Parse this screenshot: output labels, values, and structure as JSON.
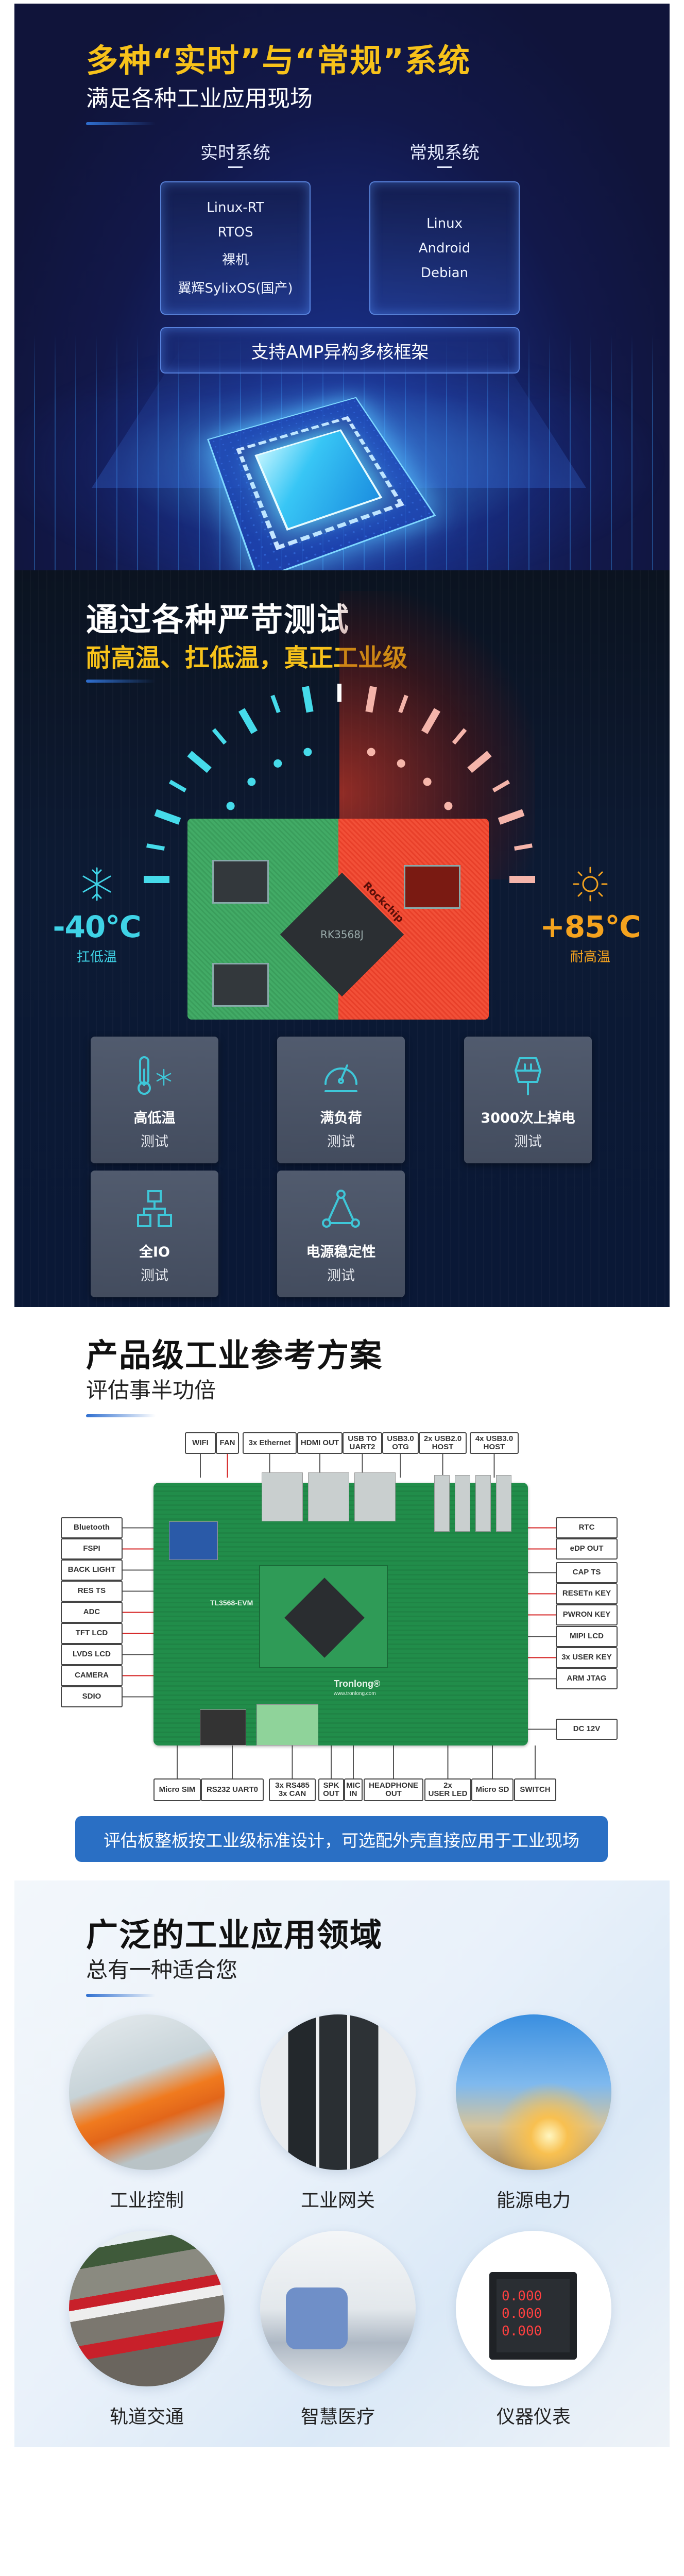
{
  "section_os": {
    "title": "多种“实时”与“常规”系统",
    "subtitle": "满足各种工业应用现场",
    "realtime": {
      "heading": "实时系统",
      "items": [
        "Linux-RT",
        "RTOS",
        "裸机",
        "翼辉SylixOS(国产)"
      ]
    },
    "general": {
      "heading": "常规系统",
      "items": [
        "Linux",
        "Android",
        "Debian"
      ]
    },
    "amp_label": "支持AMP异构多核框架"
  },
  "section_tests": {
    "title": "通过各种严苛测试",
    "subtitle": "耐高温、扛低温，真正工业级",
    "cold": {
      "value": "-40℃",
      "label": "扛低温",
      "color": "#3fd3e6"
    },
    "hot": {
      "value": "+85℃",
      "label": "耐高温",
      "color": "#f5a31e"
    },
    "module_markings": {
      "soc": "RK3568J",
      "brand": "Rockchip"
    },
    "cards": [
      {
        "title": "高低温",
        "sub": "测试",
        "icon": "thermometer-snowflake-icon"
      },
      {
        "title": "满负荷",
        "sub": "测试",
        "icon": "gauge-icon"
      },
      {
        "title": "3000次上掉电",
        "sub": "测试",
        "icon": "power-plug-icon"
      },
      {
        "title": "全IO",
        "sub": "测试",
        "icon": "network-icon"
      },
      {
        "title": "电源稳定性",
        "sub": "测试",
        "icon": "triangle-nodes-icon"
      }
    ]
  },
  "section_board": {
    "title": "产品级工业参考方案",
    "subtitle": "评估事半功倍",
    "board_markings": {
      "model": "TL3568-EVM",
      "brand": "Tronlong®",
      "url": "www.tronlong.com"
    },
    "labels": {
      "top": [
        "WIFI",
        "FAN",
        "3x Ethernet",
        "HDMI OUT",
        "USB TO\nUART2",
        "USB3.0\nOTG",
        "2x USB2.0\nHOST",
        "4x USB3.0\nHOST"
      ],
      "left": [
        "Bluetooth",
        "FSPI",
        "BACK LIGHT",
        "RES TS",
        "ADC",
        "TFT LCD",
        "LVDS LCD",
        "CAMERA",
        "SDIO"
      ],
      "right": [
        "RTC",
        "eDP OUT",
        "CAP TS",
        "RESETn KEY",
        "PWRON KEY",
        "MIPI LCD",
        "3x USER KEY",
        "ARM JTAG",
        "DC 12V"
      ],
      "bottom": [
        "Micro SIM",
        "RS232 UART0",
        "3x RS485\n3x CAN",
        "SPK\nOUT",
        "MIC\nIN",
        "HEADPHONE\nOUT",
        "2x\nUSER LED",
        "Micro SD",
        "SWITCH"
      ]
    },
    "banner": "评估板整板按工业级标准设计，可选配外壳直接应用于工业现场"
  },
  "section_apps": {
    "title": "广泛的工业应用领域",
    "subtitle": "总有一种适合您",
    "items": [
      {
        "label": "工业控制",
        "icon": "industrial-robot-photo"
      },
      {
        "label": "工业网关",
        "icon": "gateway-device-photo"
      },
      {
        "label": "能源电力",
        "icon": "power-tower-photo"
      },
      {
        "label": "轨道交通",
        "icon": "train-photo"
      },
      {
        "label": "智慧医疗",
        "icon": "medical-xray-photo"
      },
      {
        "label": "仪器仪表",
        "icon": "panel-meter-photo"
      }
    ]
  },
  "colors": {
    "yellow": "#f7c21a",
    "accent_blue": "#2a6fc4",
    "cyan": "#3ec7d8"
  }
}
